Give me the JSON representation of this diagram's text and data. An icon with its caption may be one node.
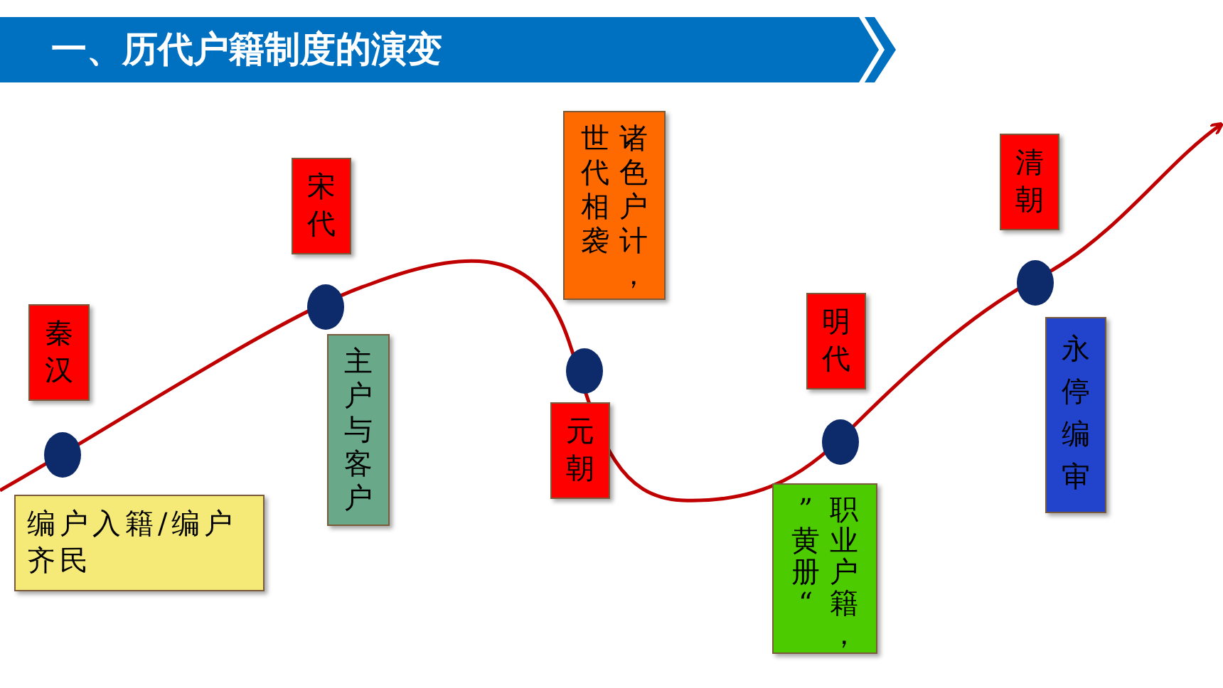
{
  "diagram": {
    "title": "一、历代户籍制度的演变",
    "nodes": [
      {
        "text": [
          "秦汉"
        ]
      },
      {
        "text": [
          "编户入籍/编户齐民"
        ]
      },
      {
        "text": [
          "宋代"
        ]
      },
      {
        "text": [
          "主户与客户"
        ]
      },
      {
        "text": [
          "诸色户计，世代相袭"
        ]
      },
      {
        "text": [
          "元朝"
        ]
      },
      {
        "text": [
          "明代"
        ]
      },
      {
        "text": [
          "职业户籍，”黄册“"
        ]
      },
      {
        "text": [
          "清朝"
        ]
      },
      {
        "text": [
          "永停编审"
        ]
      }
    ]
  }
}
